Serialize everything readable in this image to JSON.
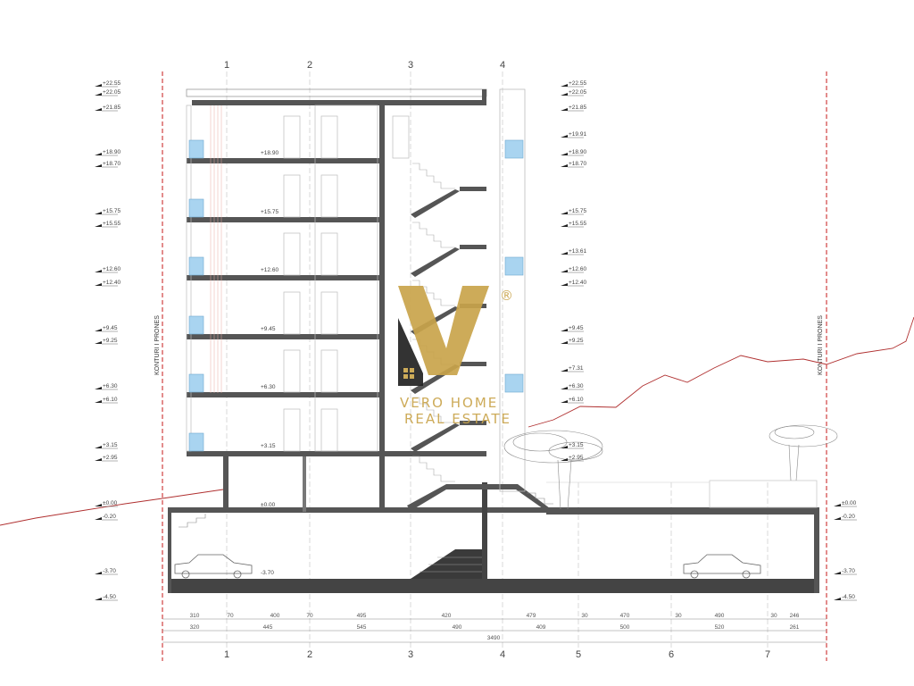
{
  "drawing": {
    "grid_top": [
      "1",
      "2",
      "3",
      "4"
    ],
    "grid_bottom": [
      "1",
      "2",
      "3",
      "4",
      "5",
      "6",
      "7"
    ],
    "property_line_label": "KONTURI I PRONES",
    "left_levels": [
      "+22.55",
      "+22.05",
      "+21.85",
      "+18.90",
      "+18.70",
      "+15.75",
      "+15.55",
      "+12.60",
      "+12.40",
      "+9.45",
      "+9.25",
      "+6.30",
      "+6.10",
      "+3.15",
      "+2.95",
      "±0.00",
      "-0.20",
      "-3.70",
      "-4.50"
    ],
    "right_levels": [
      "+22.55",
      "+22.05",
      "+21.85",
      "+19.91",
      "+18.90",
      "+18.70",
      "+15.75",
      "+15.55",
      "+13.61",
      "+12.60",
      "+12.40",
      "+9.45",
      "+9.25",
      "+7.31",
      "+6.30",
      "+6.10",
      "+3.15",
      "+2.95",
      "±0.00",
      "-0.20",
      "-3.70",
      "-4.50"
    ],
    "floor_levels": [
      "+18.90",
      "+15.75",
      "+12.60",
      "+9.45",
      "+6.30",
      "+3.15",
      "±0.00",
      "-3.70"
    ],
    "dims_row1": [
      "310",
      "70",
      "400",
      "70",
      "495",
      "420",
      "479",
      "30",
      "470",
      "30",
      "490",
      "30",
      "246"
    ],
    "dims_row2": [
      "320",
      "445",
      "545",
      "490",
      "409",
      "500",
      "520",
      "261"
    ],
    "total_width": "3490"
  },
  "watermark": {
    "brand": "VERO HOME",
    "sub": "REAL ESTATE",
    "registered": "®"
  },
  "colors": {
    "slab": "#555555",
    "property_line": "#d04040",
    "terrain": "#b03030",
    "glass": "#a9d4f0",
    "gold": "#c9a44b",
    "dark": "#222222"
  }
}
